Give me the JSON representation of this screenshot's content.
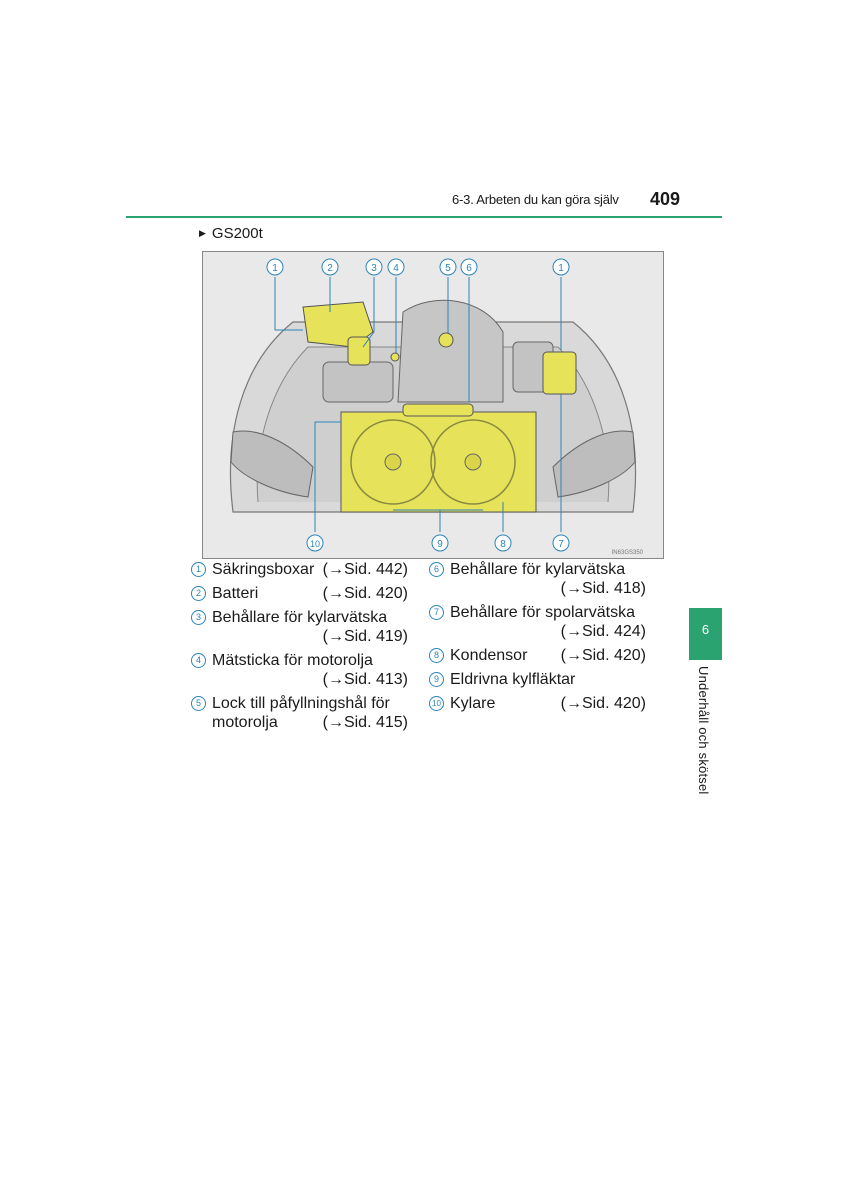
{
  "header": {
    "section_title": "6-3. Arbeten du kan göra själv",
    "page_number": "409"
  },
  "model": {
    "marker": "▶",
    "label": "GS200t"
  },
  "figure": {
    "callouts": {
      "c1a": "1",
      "c2": "2",
      "c3": "3",
      "c4": "4",
      "c5": "5",
      "c6": "6",
      "c1b": "1",
      "c10": "10",
      "c9": "9",
      "c8": "8",
      "c7": "7"
    },
    "image_code": "IN63GS350"
  },
  "legend": {
    "left": [
      {
        "num": "1",
        "lines": [
          "Säkringsboxar"
        ],
        "ref": "(→Sid. 442)",
        "ref_line": 0
      },
      {
        "num": "2",
        "lines": [
          "Batteri"
        ],
        "ref": "(→Sid. 420)",
        "ref_line": 0
      },
      {
        "num": "3",
        "lines": [
          "Behållare för kylarvätska"
        ],
        "ref": "(→Sid. 419)",
        "ref_line": 1
      },
      {
        "num": "4",
        "lines": [
          "Mätsticka för motorolja"
        ],
        "ref": "(→Sid. 413)",
        "ref_line": 1
      },
      {
        "num": "5",
        "lines": [
          "Lock till påfyllningshål för",
          "motorolja"
        ],
        "ref": "(→Sid. 415)",
        "ref_line": 1
      }
    ],
    "right": [
      {
        "num": "6",
        "lines": [
          "Behållare för kylarvätska"
        ],
        "ref": "(→Sid. 418)",
        "ref_line": 1
      },
      {
        "num": "7",
        "lines": [
          "Behållare för spolarvätska"
        ],
        "ref": "(→Sid. 424)",
        "ref_line": 1
      },
      {
        "num": "8",
        "lines": [
          "Kondensor"
        ],
        "ref": "(→Sid. 420)",
        "ref_line": 0
      },
      {
        "num": "9",
        "lines": [
          "Eldrivna kylfläktar"
        ],
        "ref": "",
        "ref_line": 0
      },
      {
        "num": "10",
        "lines": [
          "Kylare"
        ],
        "ref": "(→Sid. 420)",
        "ref_line": 0
      }
    ]
  },
  "side_tab": {
    "chapter_number": "6",
    "chapter_title": "Underhåll och skötsel"
  },
  "colors": {
    "accent_green": "#2aa371",
    "callout_blue": "#2b84b8",
    "highlight_yellow": "#e6e25a"
  }
}
